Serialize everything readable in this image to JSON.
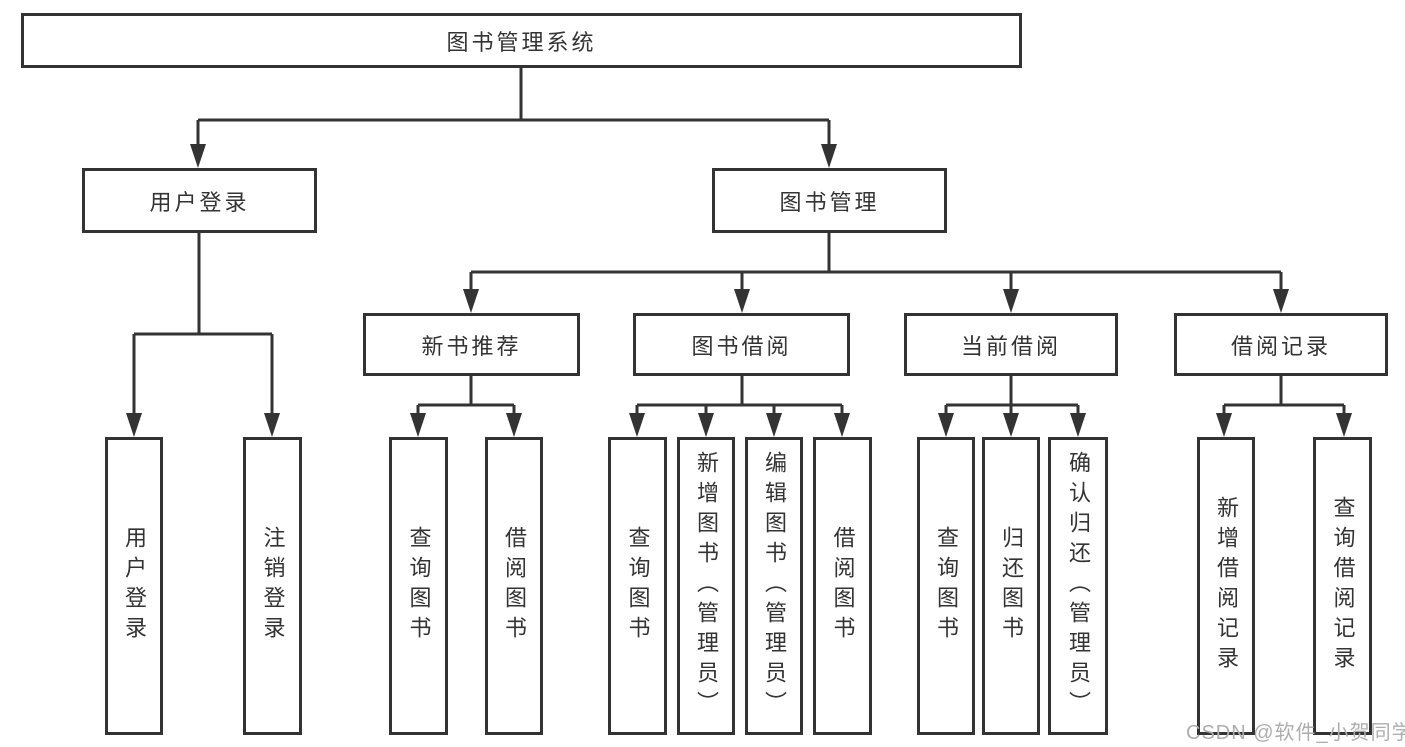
{
  "tree": {
    "root": {
      "label": "图书管理系统",
      "children": [
        {
          "label": "用户登录",
          "children": [
            {
              "label": "用户登录"
            },
            {
              "label": "注销登录"
            }
          ]
        },
        {
          "label": "图书管理",
          "children": [
            {
              "label": "新书推荐",
              "children": [
                {
                  "label": "查询图书"
                },
                {
                  "label": "借阅图书"
                }
              ]
            },
            {
              "label": "图书借阅",
              "children": [
                {
                  "label": "查询图书"
                },
                {
                  "label": "新增图书（管理员）"
                },
                {
                  "label": "编辑图书（管理员）"
                },
                {
                  "label": "借阅图书"
                }
              ]
            },
            {
              "label": "当前借阅",
              "children": [
                {
                  "label": "查询图书"
                },
                {
                  "label": "归还图书"
                },
                {
                  "label": "确认归还（管理员）"
                }
              ]
            },
            {
              "label": "借阅记录",
              "children": [
                {
                  "label": "新增借阅记录"
                },
                {
                  "label": "查询借阅记录"
                }
              ]
            }
          ]
        }
      ]
    }
  },
  "watermark": {
    "text": "CSDN @软件_小贺同学"
  },
  "colors": {
    "line": "#333333",
    "box_background": "#ffffff",
    "text": "#333333",
    "watermark": "#aeaeae"
  }
}
